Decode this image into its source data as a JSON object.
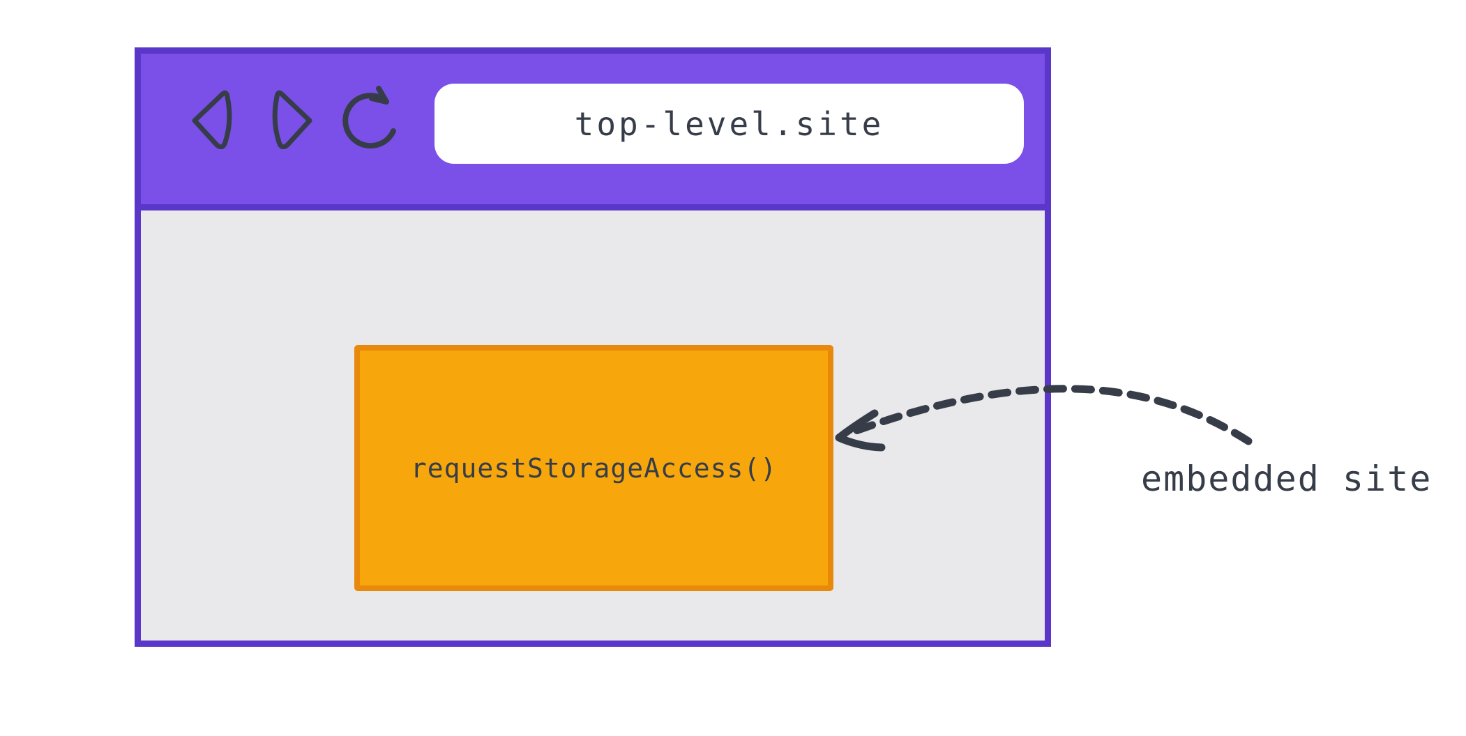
{
  "colors": {
    "page_bg": "#FFFFFF",
    "toolbar_purple": "#7A50E8",
    "window_border": "#5A37C8",
    "content_gray": "#E9E8EB",
    "address_bar_bg": "#FFFFFF",
    "iframe_fill": "#F7A70B",
    "iframe_border": "#E8890B",
    "ink": "#363D49"
  },
  "browser": {
    "url": "top-level.site",
    "toolbar_icons": [
      "back-icon",
      "forward-icon",
      "reload-icon"
    ]
  },
  "embedded_frame": {
    "label": "requestStorageAccess()"
  },
  "annotation": {
    "label": "embedded site",
    "arrow": "dashed-curved-arrow-pointing-to-embedded-frame"
  }
}
